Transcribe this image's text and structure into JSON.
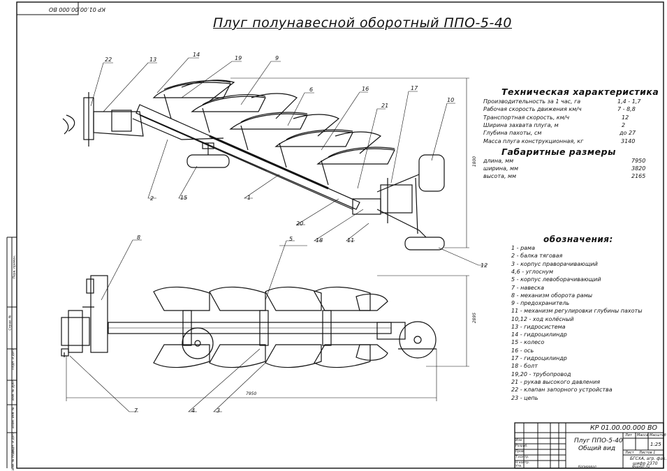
{
  "title": "Плуг полунавесной оборотный ППО-5-40",
  "doc_number_top": "КР 01.00.00.000 ВО",
  "tech": {
    "heading": "Техническая характеристика",
    "rows": [
      {
        "label": "Производительность за 1 час, га",
        "value": "1,4 - 1,7"
      },
      {
        "label": "Рабочая скорость движения км/ч",
        "value": "7 - 8,8"
      },
      {
        "label": "Транспортная скорость, км/ч",
        "value": "12"
      },
      {
        "label": "Ширина захвата плуга, м",
        "value": "2"
      },
      {
        "label": "Глубина пахоты, см",
        "value": "до 27"
      },
      {
        "label": "Масса плуга конструкционная, кг",
        "value": "3140"
      }
    ]
  },
  "dims": {
    "heading": "Габаритные размеры",
    "rows": [
      {
        "label": "длина, мм",
        "value": "7950"
      },
      {
        "label": "ширина, мм",
        "value": "3820"
      },
      {
        "label": "высота, мм",
        "value": "2165"
      }
    ]
  },
  "legend": {
    "heading": "обозначения:",
    "items": [
      "1 - рама",
      "2 - балка тяговая",
      "3 - корпус праворачивающий",
      "4,6 - углоснум",
      "5 - корпус левоборачивающий",
      "7 - навеска",
      "8 - механизм оборота рамы",
      "9 - предохранитель",
      "11 - механизм регулировки глубины пахоты",
      "10,12 - ход колёсный",
      "13 - гидросистема",
      "14 - гидроцилиндр",
      "15 - колесо",
      "16 - ось",
      "17 - гидроцилиндр",
      "18 - болт",
      "19,20 - трубопровод",
      "21 - рукав высокого давления",
      "22 - клапан запорного устройства",
      "23 - цепь"
    ]
  },
  "callouts": [
    "22",
    "13",
    "14",
    "19",
    "9",
    "6",
    "16",
    "17",
    "10",
    "21",
    "2",
    "15",
    "1",
    "20",
    "18",
    "11",
    "12",
    "8",
    "5",
    "7",
    "4",
    "3"
  ],
  "dimensions": {
    "height_side": "1800",
    "width_plan": "2895",
    "length_plan": "7950"
  },
  "title_block": {
    "code": "КР 01.00.00.000 ВО",
    "name_line1": "Плуг ППО-5-40",
    "name_line2": "Общий вид",
    "col_lit": "Лит",
    "col_mass": "Масса",
    "col_scale": "Масштаб",
    "scale": "1:25",
    "sheet": "Лист",
    "sheets": "Листов 1",
    "org_line1": "БГСХА, агр. фак.",
    "org_line2": "шифр 2370",
    "format": "Формат А1",
    "copied": "Копировал",
    "roles": [
      "Изм",
      "Разраб.",
      "Пров.",
      "Т.контр.",
      "Н.контр.",
      "Утв."
    ]
  },
  "margin_labels": [
    "Перв. примен.",
    "Справ. №",
    "Подп. и дата",
    "Инв. № дубл.",
    "Взам. инв. №",
    "Подп. и дата",
    "Инв. № подл."
  ]
}
